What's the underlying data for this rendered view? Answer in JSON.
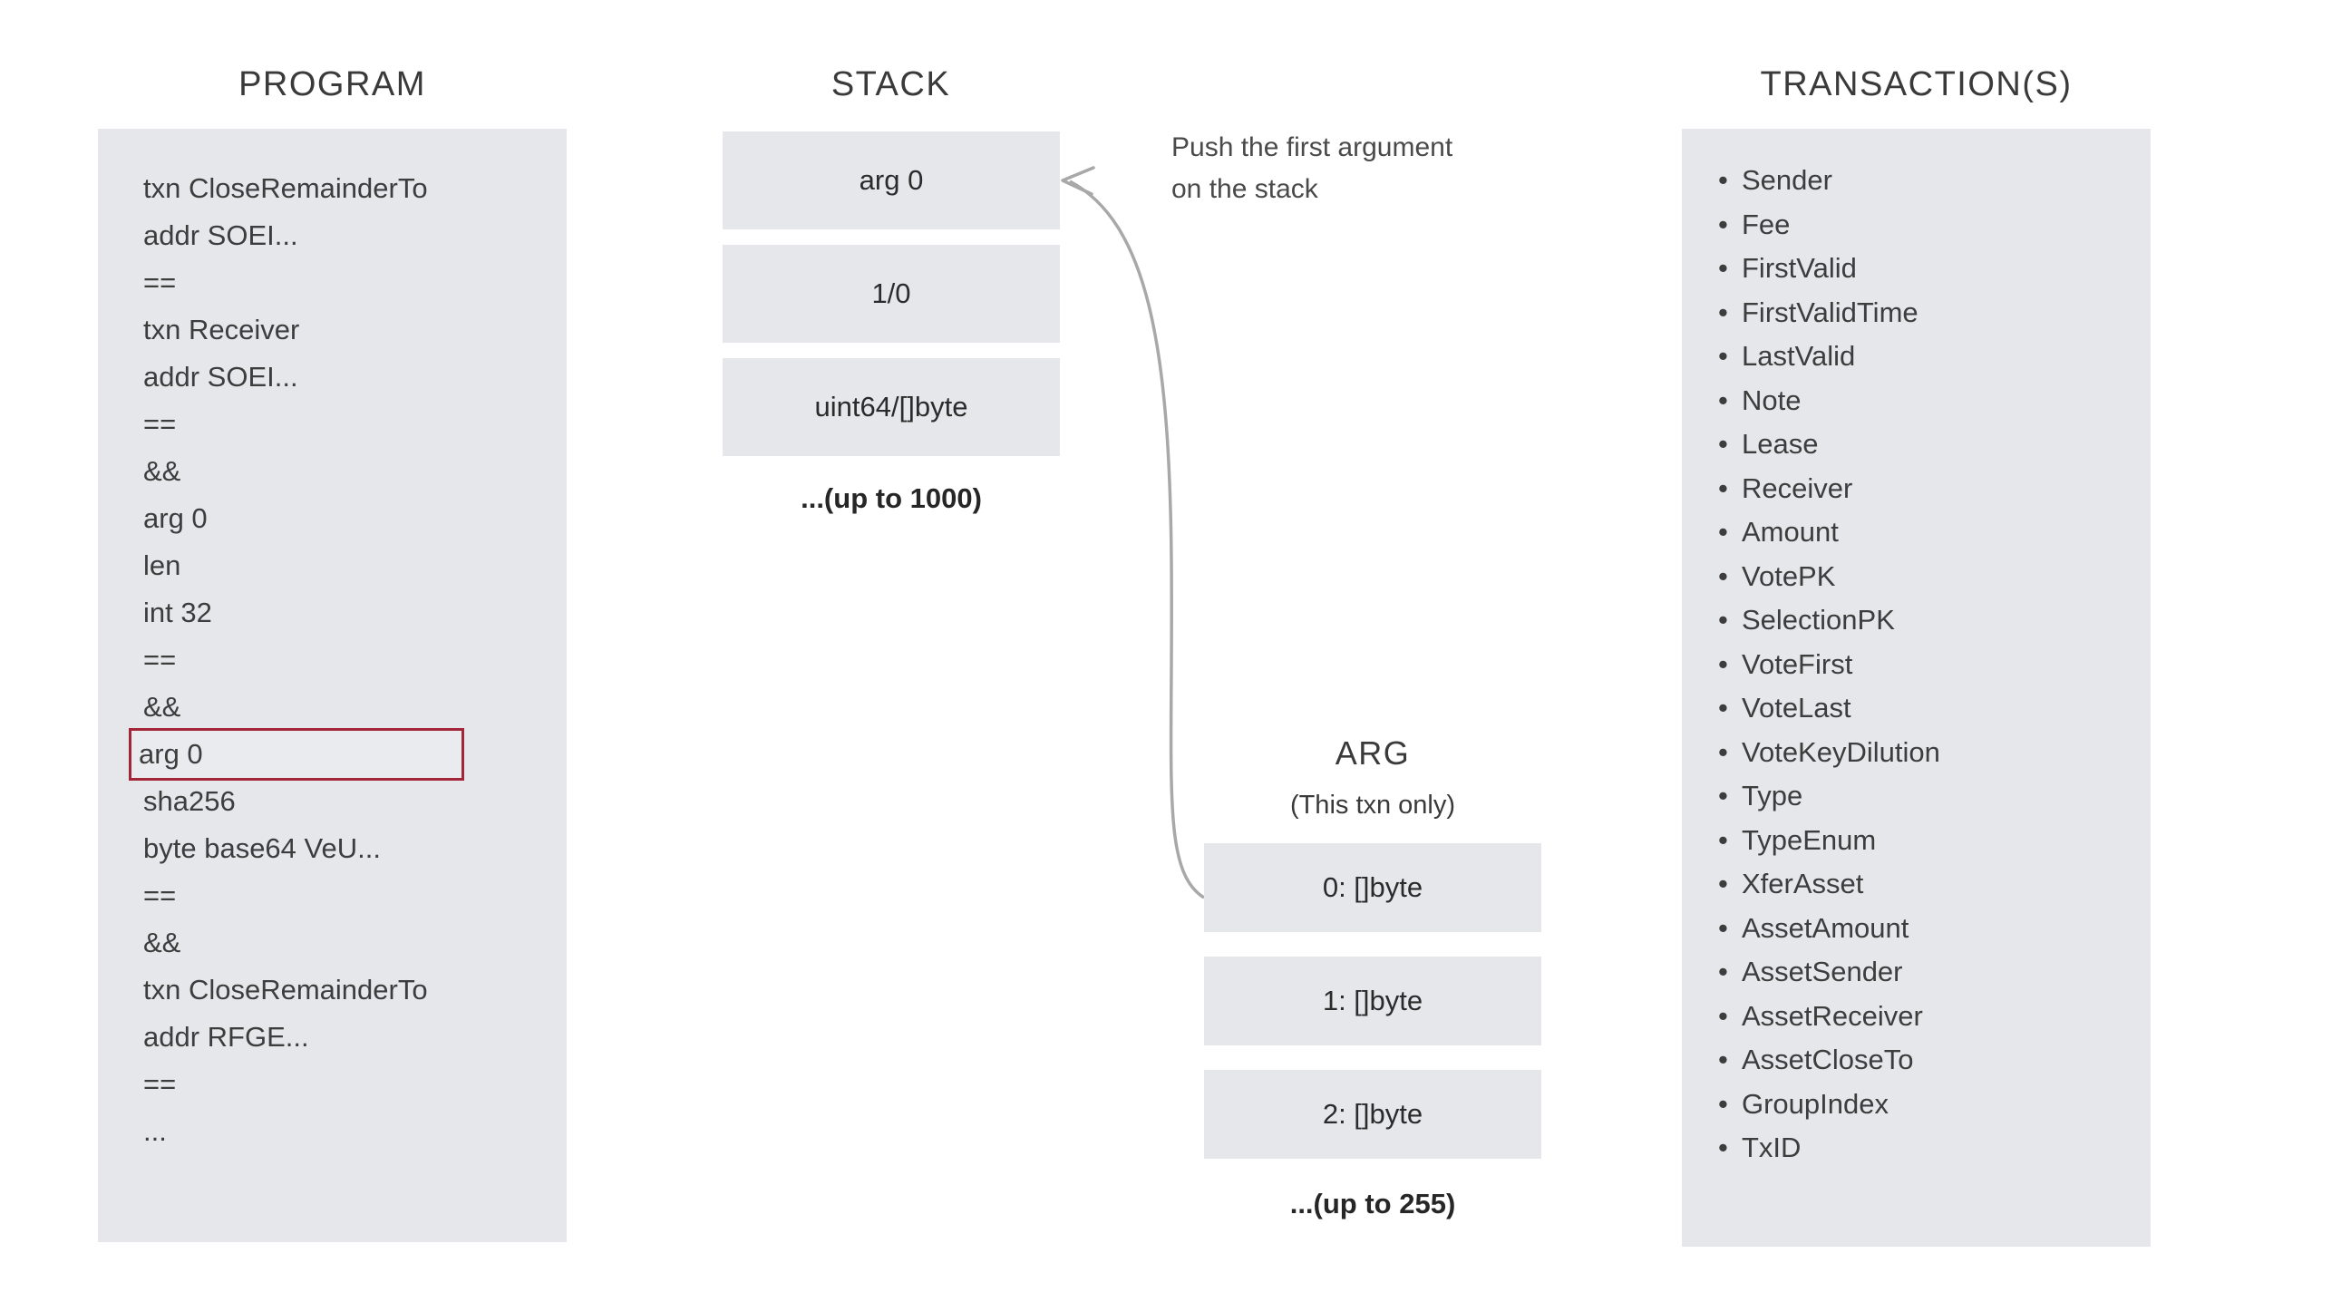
{
  "columns": {
    "program": {
      "title": "PROGRAM",
      "lines": [
        {
          "text": "txn CloseRemainderTo",
          "highlighted": false
        },
        {
          "text": "addr SOEI...",
          "highlighted": false
        },
        {
          "text": "==",
          "highlighted": false
        },
        {
          "text": "txn Receiver",
          "highlighted": false
        },
        {
          "text": "addr SOEI...",
          "highlighted": false
        },
        {
          "text": "==",
          "highlighted": false
        },
        {
          "text": "&&",
          "highlighted": false
        },
        {
          "text": "arg 0",
          "highlighted": false
        },
        {
          "text": "len",
          "highlighted": false
        },
        {
          "text": "int 32",
          "highlighted": false
        },
        {
          "text": "==",
          "highlighted": false
        },
        {
          "text": "&&",
          "highlighted": false
        },
        {
          "text": "arg 0",
          "highlighted": true
        },
        {
          "text": "sha256",
          "highlighted": false
        },
        {
          "text": "byte base64 VeU...",
          "highlighted": false
        },
        {
          "text": "==",
          "highlighted": false
        },
        {
          "text": "&&",
          "highlighted": false
        },
        {
          "text": "txn CloseRemainderTo",
          "highlighted": false
        },
        {
          "text": "addr RFGE...",
          "highlighted": false
        },
        {
          "text": "==",
          "highlighted": false
        },
        {
          "text": "...",
          "highlighted": false
        }
      ]
    },
    "stack": {
      "title": "STACK",
      "cells": [
        "arg 0",
        "1/0",
        "uint64/[]byte"
      ],
      "more_label": "...(up to 1000)"
    },
    "arg": {
      "title": "ARG",
      "subtitle": "(This txn only)",
      "cells": [
        "0: []byte",
        "1: []byte",
        "2: []byte"
      ],
      "more_label": "...(up to 255)"
    },
    "transactions": {
      "title": "TRANSACTION(S)",
      "fields": [
        "Sender",
        "Fee",
        "FirstValid",
        "FirstValidTime",
        "LastValid",
        "Note",
        "Lease",
        "Receiver",
        "Amount",
        "VotePK",
        "SelectionPK",
        "VoteFirst",
        "VoteLast",
        "VoteKeyDilution",
        "Type",
        "TypeEnum",
        "XferAsset",
        "AssetAmount",
        "AssetSender",
        "AssetReceiver",
        "AssetCloseTo",
        "GroupIndex",
        "TxID"
      ]
    }
  },
  "annotation": {
    "line1": "Push the first argument",
    "line2": "on the stack"
  },
  "colors": {
    "panel_fill": "#e5e7ea",
    "highlight_border": "#a32638",
    "arrow": "#9a9a9a",
    "text": "#3d3d3d",
    "background": "#ffffff"
  }
}
